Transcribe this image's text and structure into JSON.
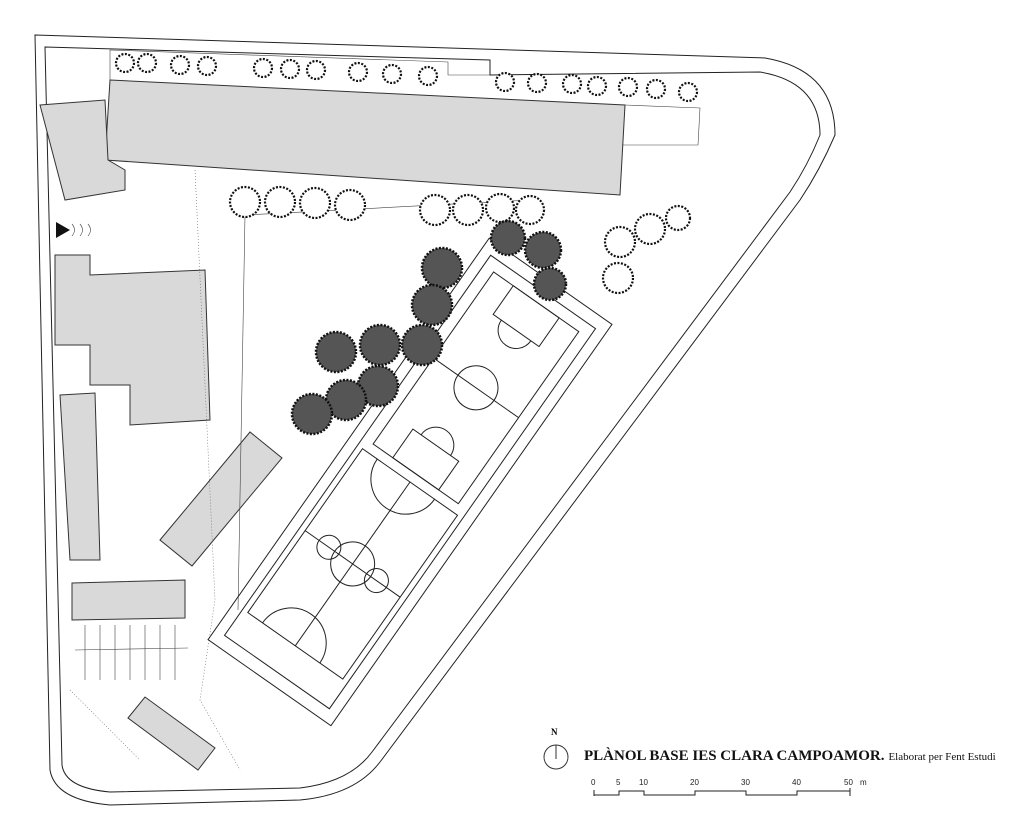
{
  "title": "PLÀNOL BASE IES CLARA CAMPOAMOR.",
  "credit": "Elaborat per Fent Estudi",
  "north_label": "N",
  "scale": {
    "ticks": [
      "0",
      "5",
      "10",
      "20",
      "30",
      "40",
      "50"
    ],
    "unit": "m"
  },
  "colors": {
    "building": "#d9d9d9",
    "line": "#222222"
  }
}
